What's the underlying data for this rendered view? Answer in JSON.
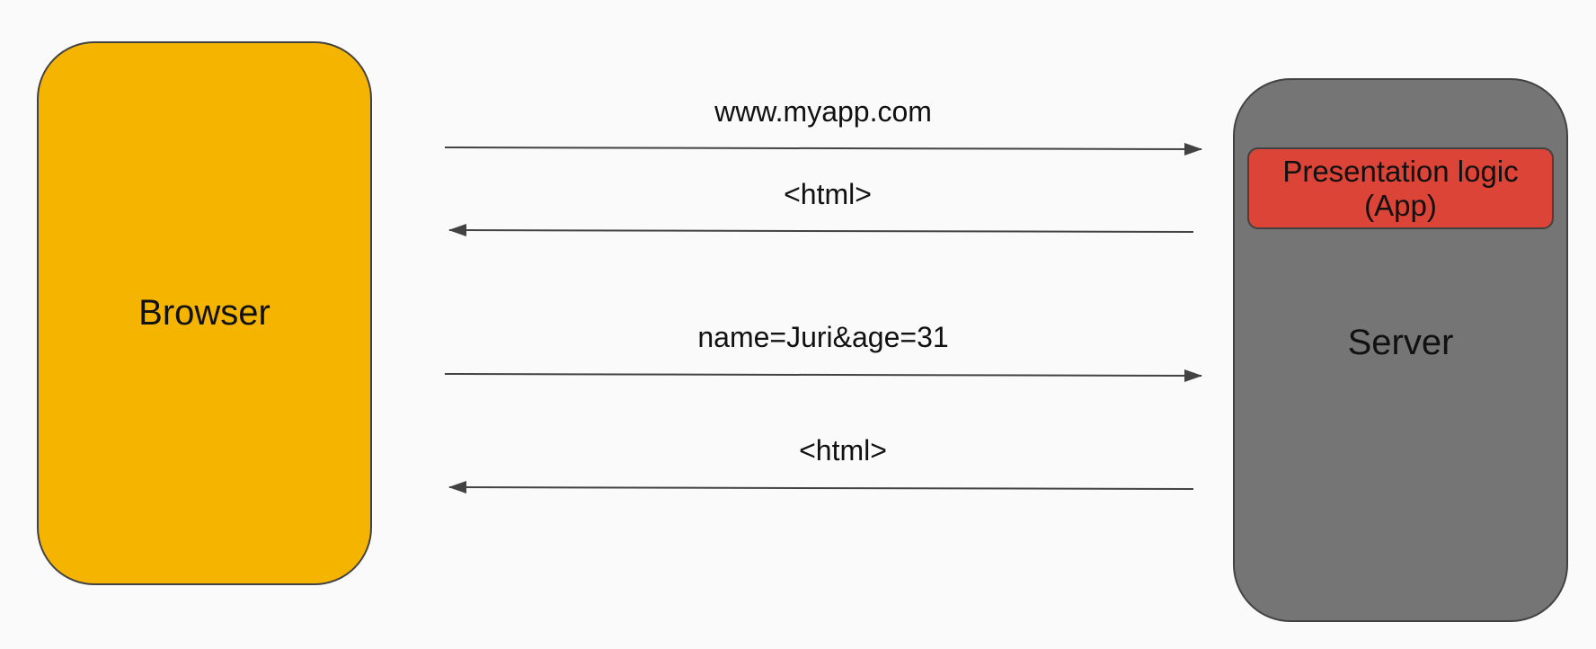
{
  "nodes": {
    "browser": {
      "label": "Browser",
      "color": "#f4b400"
    },
    "server": {
      "label": "Server",
      "color": "#757575",
      "app": {
        "line1": "Presentation logic",
        "line2": "(App)",
        "color": "#db4437"
      }
    }
  },
  "messages": [
    {
      "label": "www.myapp.com",
      "direction": "browser-to-server"
    },
    {
      "label": "<html>",
      "direction": "server-to-browser"
    },
    {
      "label": "name=Juri&age=31",
      "direction": "browser-to-server"
    },
    {
      "label": "<html>",
      "direction": "server-to-browser"
    }
  ],
  "colors": {
    "background": "#fafafa",
    "stroke": "#424242"
  }
}
